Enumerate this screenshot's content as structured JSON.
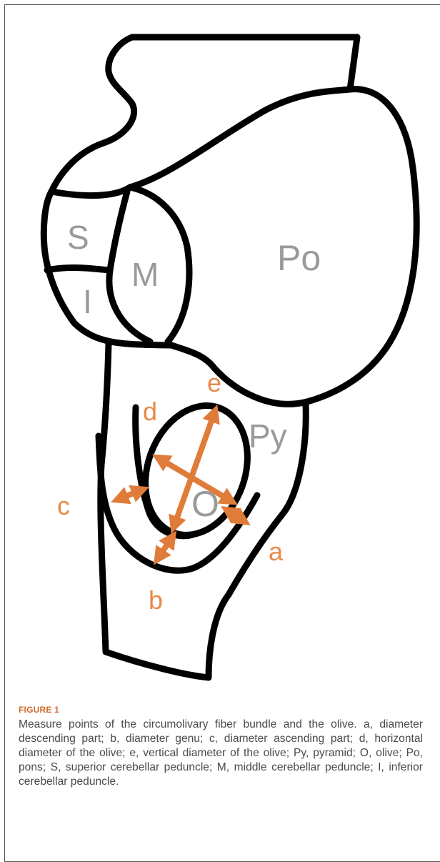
{
  "figure": {
    "structure_labels": {
      "superior": "S",
      "inferior": "I",
      "middle": "M",
      "pons": "Po",
      "pyramid": "Py",
      "olive": "O"
    },
    "measure_labels": {
      "a": "a",
      "b": "b",
      "c": "c",
      "d": "d",
      "e": "e"
    },
    "colors": {
      "outline": "#000000",
      "structure_label": "#9a9a9a",
      "measure": "#e07c3a",
      "measure_label": "#e8894a"
    }
  },
  "caption": {
    "label": "FIGURE 1",
    "text": "Measure points of the circumolivary fiber bundle and the olive. a, diameter descending part; b, diameter genu; c, diameter ascending part; d, horizontal diameter of the olive; e, vertical diameter of the olive; Py, pyramid; O, olive; Po, pons; S, superior cerebellar peduncle; M, middle cerebellar peduncle; I, inferior cerebellar peduncle."
  }
}
